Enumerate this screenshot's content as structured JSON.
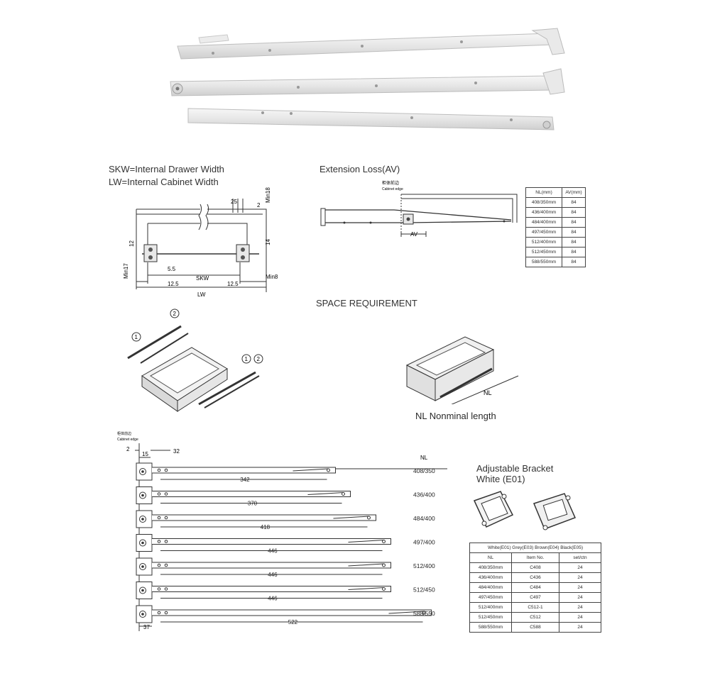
{
  "legend": {
    "skw": "SKW=Internal Drawer Width",
    "lw": "LW=Internal Cabinet Width"
  },
  "extension_loss": {
    "title": "Extension Loss(AV)",
    "cabinet_cn": "柜体前边",
    "cabinet_en": "Cabinet edge",
    "av_label": "AV",
    "table": {
      "headers": [
        "NL(mm)",
        "AV(mm)"
      ],
      "rows": [
        [
          "408/350mm",
          "84"
        ],
        [
          "436/400mm",
          "84"
        ],
        [
          "484/400mm",
          "84"
        ],
        [
          "497/450mm",
          "84"
        ],
        [
          "512/400mm",
          "84"
        ],
        [
          "512/450mm",
          "84"
        ],
        [
          "588/550mm",
          "84"
        ]
      ]
    }
  },
  "width_diagram": {
    "dims": {
      "d25": "25",
      "d2": "2",
      "min18": "Min18",
      "d12": "12",
      "d14": "14",
      "min17": "Min17",
      "d5_5": "5.5",
      "skw": "SKW",
      "d12_5a": "12.5",
      "d12_5b": "12.5",
      "min8": "Min8",
      "lw": "LW"
    }
  },
  "space": {
    "title": "SPACE REQUIREMENT",
    "callout1": "1",
    "callout2": "2",
    "nl": "NL",
    "nl_caption": "NL Nonminal length"
  },
  "lengths": {
    "cabinet_cn": "柜体前边",
    "cabinet_en": "Cabinet edge",
    "d2": "2",
    "d15": "15",
    "d32": "32",
    "d37": "37",
    "nl_header": "NL",
    "rails": [
      {
        "nl": "408/350",
        "length": "342",
        "len_mm": 342
      },
      {
        "nl": "436/400",
        "length": "370",
        "len_mm": 370
      },
      {
        "nl": "484/400",
        "length": "418",
        "len_mm": 418
      },
      {
        "nl": "497/400",
        "length": "446",
        "len_mm": 446
      },
      {
        "nl": "512/400",
        "length": "446",
        "len_mm": 446
      },
      {
        "nl": "512/450",
        "length": "446",
        "len_mm": 446
      },
      {
        "nl": "588/550",
        "length": "522",
        "len_mm": 522
      }
    ]
  },
  "bracket": {
    "title_line1": "Adjustable Bracket",
    "title_line2": "White (E01)",
    "table": {
      "caption": "White(E01) Grey(E03) Brown(E04) Black(E05)",
      "headers": [
        "NL",
        "Item No.",
        "set/ctn"
      ],
      "rows": [
        [
          "408/350mm",
          "C408",
          "24"
        ],
        [
          "436/400mm",
          "C436",
          "24"
        ],
        [
          "484/400mm",
          "C484",
          "24"
        ],
        [
          "497/450mm",
          "C497",
          "24"
        ],
        [
          "512/400mm",
          "C512-1",
          "24"
        ],
        [
          "512/450mm",
          "C512",
          "24"
        ],
        [
          "588/550mm",
          "C588",
          "24"
        ]
      ]
    }
  }
}
